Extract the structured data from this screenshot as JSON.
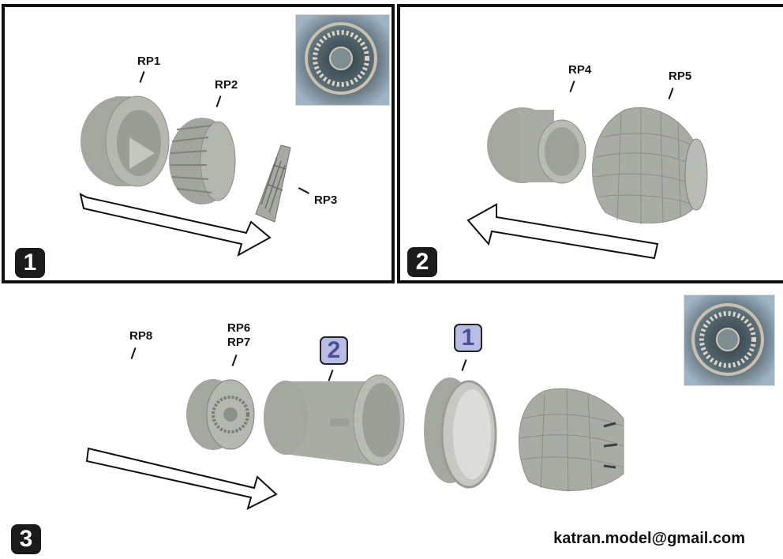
{
  "steps": {
    "step1": "1",
    "step2": "2",
    "step3": "3"
  },
  "parts": {
    "rp1": "RP1",
    "rp2": "RP2",
    "rp3": "RP3",
    "rp4": "RP4",
    "rp5": "RP5",
    "rp6": "RP6",
    "rp7": "RP7",
    "rp8": "RP8"
  },
  "references": {
    "ref_step2": "2",
    "ref_step1": "1"
  },
  "contact": {
    "email": "katran.model@gmail.com"
  },
  "colors": {
    "part_gray": "#a9aca5",
    "part_dark": "#8e918a",
    "badge_fill": "#b9bde6",
    "badge_text": "#4a5098"
  }
}
